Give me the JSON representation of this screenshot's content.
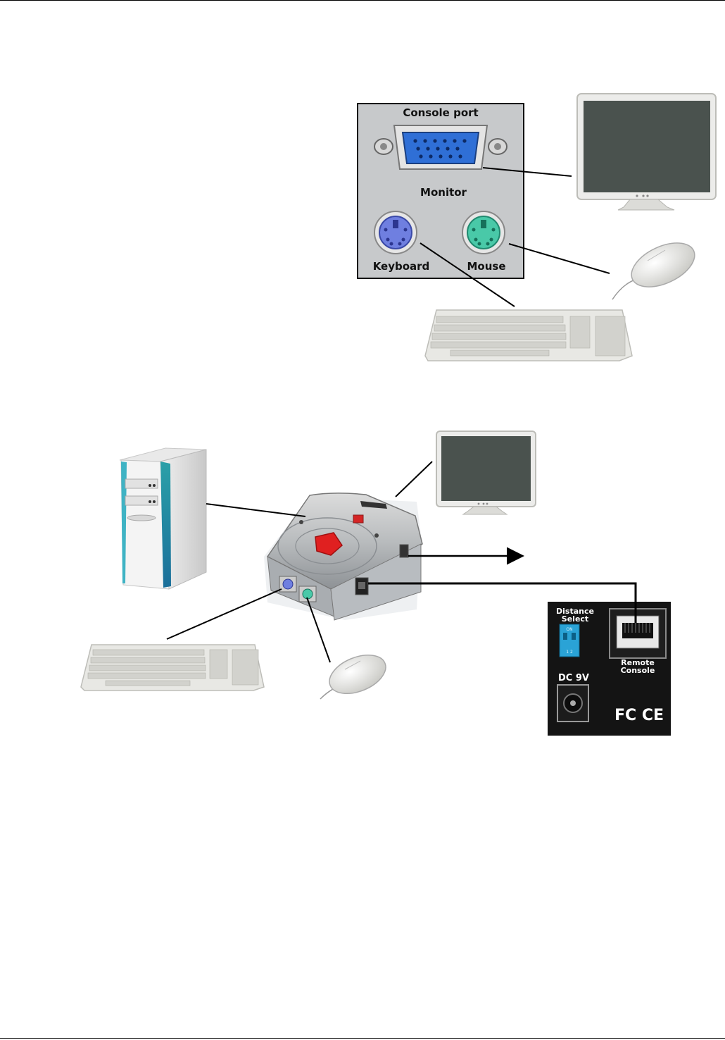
{
  "console_panel": {
    "title": "Console port",
    "monitor_label": "Monitor",
    "keyboard_label": "Keyboard",
    "mouse_label": "Mouse"
  },
  "remote_panel": {
    "distance_select": "Distance",
    "distance_select_2": "Select",
    "dip_on": "ON",
    "dip_numbers": "1 2",
    "remote_console": "Remote",
    "remote_console_2": "Console",
    "dc_label": "DC 9V",
    "cert_marks": "FC CE"
  },
  "colors": {
    "vga_blue": "#2f6fd6",
    "ps2_keyboard": "#6f7fe0",
    "ps2_mouse": "#49c9a8",
    "kvm_button": "#e02020",
    "screen": "#4a524e",
    "panel_dark": "#141414"
  }
}
